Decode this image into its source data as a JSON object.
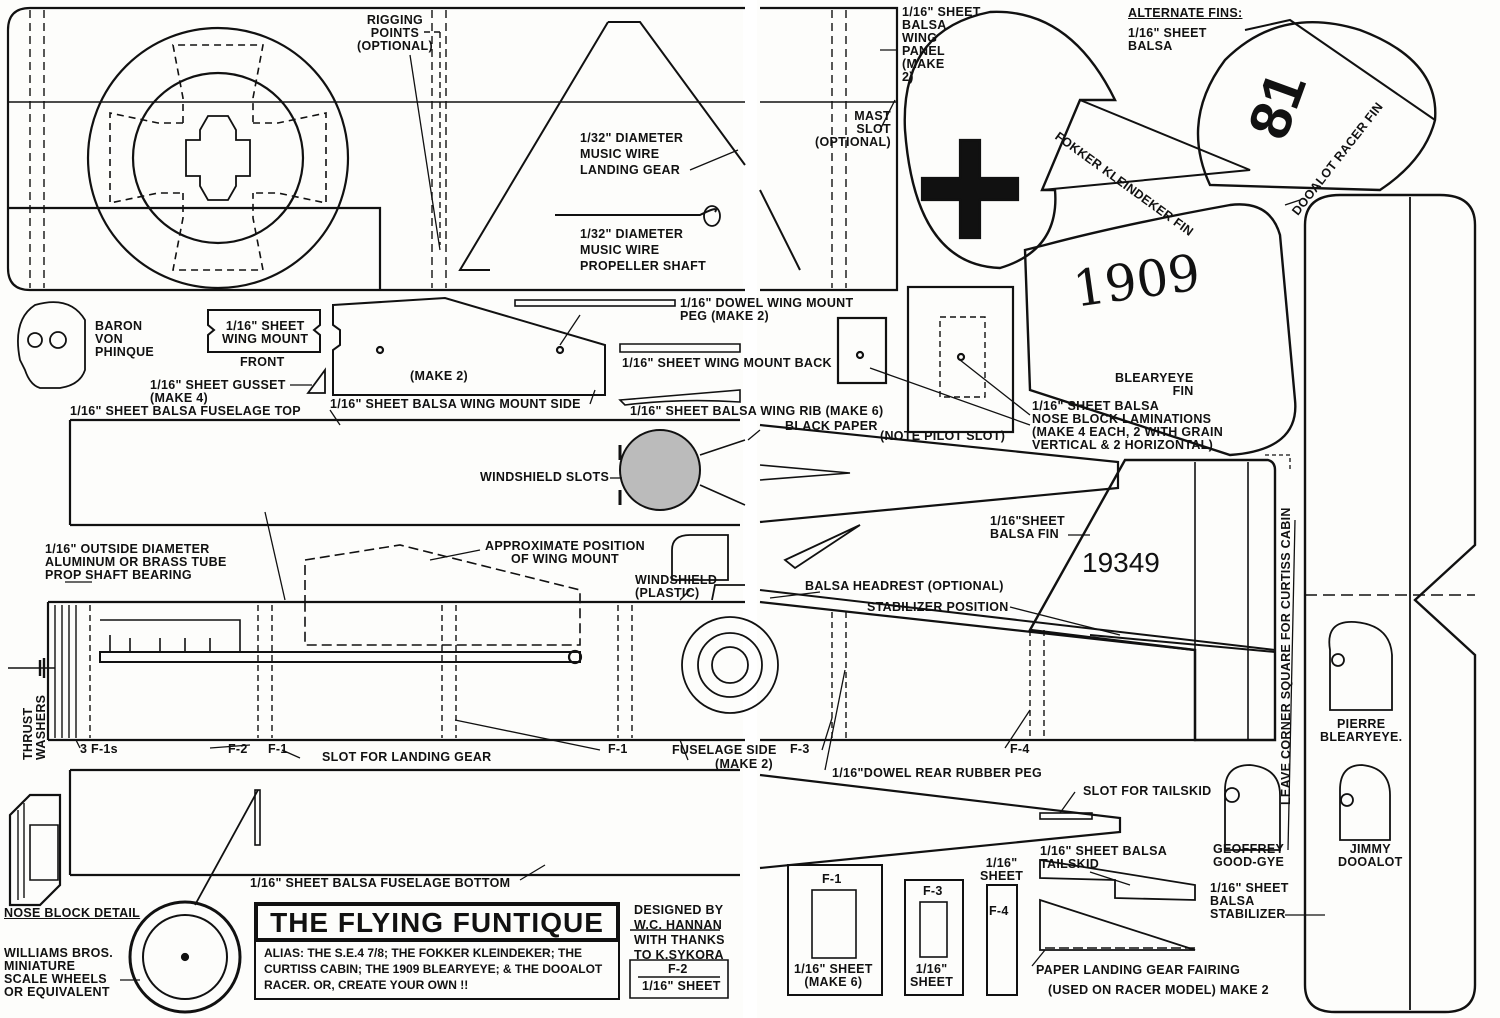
{
  "labels": {
    "rigging": "RIGGING\nPOINTS\n(OPTIONAL)",
    "landing_gear_wire": "1/32\" DIAMETER\nMUSIC WIRE\nLANDING GEAR",
    "prop_shaft_wire": "1/32\" DIAMETER\nMUSIC WIRE\nPROPELLER SHAFT",
    "wing_panel": "1/16\" SHEET\nBALSA\nWING\nPANEL\n(MAKE\n2)",
    "mast_slot": "MAST\nSLOT\n(OPTIONAL)",
    "alternate_fins": "ALTERNATE FINS:",
    "alt_fin_material": "1/16\" SHEET\nBALSA",
    "fokker_fin": "FOKKER KLEINDEKER FIN",
    "racer_fin": "DOOALOT RACER FIN",
    "racer_number": "81",
    "blearyeye_number": "1909",
    "blearyeye_fin": "BLEARYEYE\nFIN",
    "baron": "BARON\nVON\nPHINQUE",
    "wing_mount_front": "1/16\" SHEET\nWING MOUNT",
    "front": "FRONT",
    "gusset": "1/16\" SHEET GUSSET\n(MAKE 4)",
    "make2": "(MAKE 2)",
    "wing_mount_side": "1/16\" SHEET BALSA WING MOUNT SIDE",
    "dowel_wing_mount": "1/16\" DOWEL WING MOUNT\nPEG (MAKE 2)",
    "wing_mount_back": "1/16\" SHEET WING MOUNT BACK",
    "wing_rib": "1/16\" SHEET BALSA WING RIB (MAKE 6)",
    "fuselage_top": "1/16\" SHEET BALSA FUSELAGE TOP",
    "black_paper": "BLACK PAPER",
    "note_pilot_slot": "(NOTE PILOT SLOT)",
    "nose_block": "1/16\" SHEET BALSA\nNOSE BLOCK LAMINATIONS\n(MAKE 4 EACH, 2 WITH GRAIN\nVERTICAL & 2 HORIZONTAL)",
    "windshield_slots": "WINDSHIELD SLOTS",
    "balsa_fin": "1/16\"SHEET\nBALSA FIN",
    "fin_number": "19349",
    "leave_corner": "LEAVE CORNER SQUARE FOR CURTISS CABIN",
    "prop_bearing": "1/16\" OUTSIDE DIAMETER\nALUMINUM OR BRASS TUBE\nPROP SHAFT BEARING",
    "approx_wing_mount": "APPROXIMATE POSITION\nOF WING MOUNT",
    "windshield": "WINDSHIELD\n(PLASTIC)",
    "headrest": "BALSA HEADREST (OPTIONAL)",
    "stab_position": "STABILIZER POSITION",
    "pierre": "PIERRE\nBLEARYEYE.",
    "thrust_washers": "THRUST\nWASHERS",
    "three_f1s": "3 F-1s",
    "f2": "F-2",
    "f1": "F-1",
    "slot_landing_gear": "SLOT FOR LANDING GEAR",
    "f1_right": "F-1",
    "fuselage_side": "FUSELAGE SIDE",
    "make2b": "(MAKE 2)",
    "f3": "F-3",
    "f4": "F-4",
    "dowel_rear": "1/16\"DOWEL REAR RUBBER PEG",
    "slot_tailskid": "SLOT FOR TAILSKID",
    "geoffrey": "GEOFFREY\nGOOD-GYE",
    "jimmy": "JIMMY\nDOOALOT",
    "tailskid": "1/16\" SHEET BALSA\nTAILSKID",
    "stabilizer": "1/16\" SHEET\nBALSA\nSTABILIZER",
    "nose_detail": "NOSE BLOCK DETAIL",
    "wheels": "WILLIAMS BROS.\nMINIATURE\nSCALE WHEELS\nOR EQUIVALENT",
    "fuselage_bottom": "1/16\" SHEET BALSA FUSELAGE BOTTOM",
    "designed_by": "DESIGNED BY\nW.C. HANNAN\nWITH THANKS\nTO K.SYKORA",
    "f2_sheet_tag": "F-2",
    "f2_sheet_mat": "1/16\" SHEET",
    "f1_part": "F-1",
    "f1_mat": "1/16\" SHEET\n(MAKE 6)",
    "f3_part": "F-3",
    "f3_mat": "1/16\"\nSHEET",
    "f4_mat_top": "1/16\"\nSHEET",
    "f4_part": "F-4",
    "paper_fairing": "PAPER LANDING GEAR FAIRING",
    "used_on_racer": "(USED ON RACER MODEL) MAKE 2"
  },
  "title": "THE FLYING FUNTIQUE",
  "alias": "ALIAS: THE S.E.4 7/8; THE FOKKER KLEINDEKER; THE CURTISS CABIN; THE 1909 BLEARYEYE; & THE DOOALOT RACER. OR, CREATE YOUR OWN !!"
}
